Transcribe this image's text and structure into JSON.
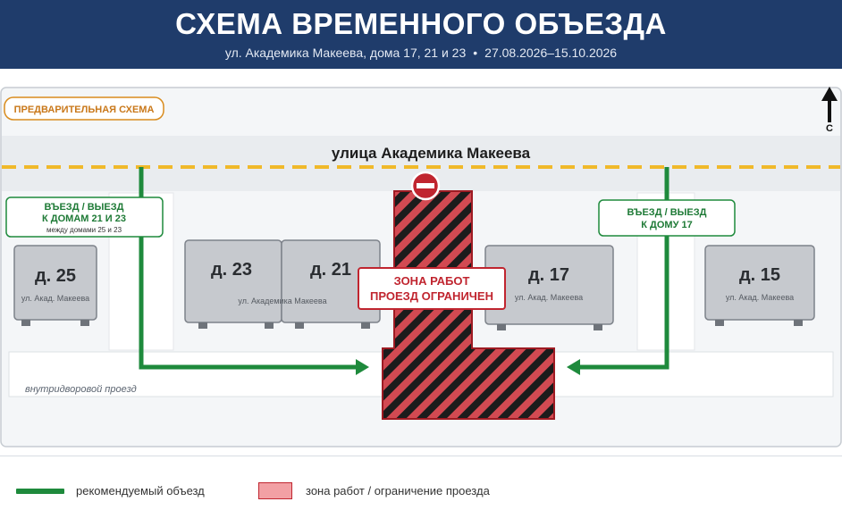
{
  "header": {
    "title": "СХЕМА ВРЕМЕННОГО ОБЪЕЗДА",
    "address": "ул. Академика Макеева, дома 17, 21 и 23",
    "dot": "•",
    "dates": "27.08.2026–15.10.2026"
  },
  "map": {
    "badge": "ПРЕДВАРИТЕЛЬНАЯ СХЕМА",
    "street_name": "улица Академика Макеева",
    "north_label": "С",
    "yard_road_label": "внутридворовой проезд",
    "buildings": [
      {
        "number": "д. 25",
        "street": "ул. Акад. Макеева"
      },
      {
        "number": "д. 23",
        "street": ""
      },
      {
        "number": "д. 21",
        "street": "ул. Академика Макеева"
      },
      {
        "number": "д. 17",
        "street": "ул. Акад. Макеева"
      },
      {
        "number": "д. 15",
        "street": "ул. Акад. Макеева"
      }
    ],
    "callout_left": {
      "line1": "ВЪЕЗД / ВЫЕЗД",
      "line2": "К ДОМАМ 21 И 23",
      "note": "между домами 25 и 23"
    },
    "callout_right": {
      "line1": "ВЪЕЗД / ВЫЕЗД",
      "line2": "К ДОМУ 17"
    },
    "work_zone": {
      "line1": "ЗОНА РАБОТ",
      "line2": "ПРОЕЗД ОГРАНИЧЕН"
    }
  },
  "legend": {
    "detour": "рекомендуемый объезд",
    "work_zone": "зона работ / ограничение проезда"
  },
  "colors": {
    "header_bg": "#1f3c6b",
    "detour_green": "#1e8a3c",
    "work_zone_red": "#c0252f",
    "badge_orange": "#d98c1e",
    "road_dash": "#f0b92a"
  }
}
